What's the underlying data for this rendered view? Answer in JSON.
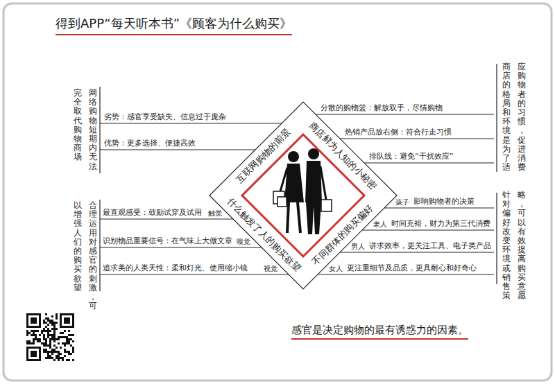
{
  "diagram": {
    "title": "得到APP“每天听本书”《顾客为什么购买》",
    "caption": "感官是决定购物的最有诱惑力的因素。",
    "labels": [
      "互联网购物的前景",
      "劣势：感官享受缺失、信息过于庞杂",
      "优势：更多选择、便捷高效",
      "网络购物短期内无法完全取代购物商场",
      "商店鲜为人知的小秘密",
      "分散的购物篮：解放双手，尽情购物",
      "热销产品放右侧：符合行走习惯",
      "排队线：避免“干扰效应”",
      "商店的格局和环境是为了适应购物者的习惯，促进消费",
      "什么触发了人的购买欲望",
      "触觉",
      "最直观感受：鼓励试穿及试用",
      "嗅觉",
      "识别物品重要信号：在气味上大做文章",
      "视觉",
      "追求美的人类天性：柔和灯光、使用缩小镜",
      "合理运用对感官的刺激，可以增强人们的购买欲望",
      "不同群体的购买偏好",
      "孩子",
      "影响购物者的决策",
      "老人",
      "时间充裕，财力为第三代消费",
      "男人",
      "讲求效率，更关注工具、电子类产品",
      "女人",
      "更注重细节及品质，更具耐心和好奇心",
      "针对偏好改变环境或销售策略，可以有效提高购买意愿"
    ]
  }
}
